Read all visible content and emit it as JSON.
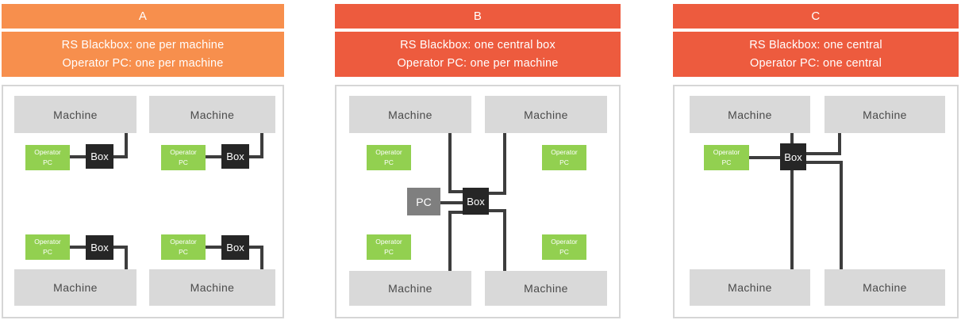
{
  "panels": [
    {
      "key": "A",
      "header": {
        "label": "A"
      },
      "subtitle": {
        "line1": "RS Blackbox: one per machine",
        "line2": "Operator PC: one per machine"
      },
      "accent": "#F78F4D"
    },
    {
      "key": "B",
      "header": {
        "label": "B"
      },
      "subtitle": {
        "line1": "RS Blackbox: one central box",
        "line2": "Operator PC: one per machine"
      },
      "accent": "#ED5B3E"
    },
    {
      "key": "C",
      "header": {
        "label": "C"
      },
      "subtitle": {
        "line1": "RS Blackbox: one central",
        "line2": "Operator PC: one central"
      },
      "accent": "#ED5B3E"
    }
  ],
  "labels": {
    "machine": "Machine",
    "operator_line1": "Operator",
    "operator_line2": "PC",
    "box": "Box",
    "central_pc": "PC"
  },
  "colors": {
    "panel_a_accent": "#F78F4D",
    "panel_bc_accent": "#ED5B3E",
    "machine_fill": "#D9D9D9",
    "machine_text": "#4A4A4A",
    "operator_pc_fill": "#92D050",
    "blackbox_fill": "#262626",
    "central_pc_fill": "#7F7F7F",
    "connector": "#3D3D3D",
    "diagram_border": "#D6D6D6",
    "header_text": "#FFFFFF"
  }
}
